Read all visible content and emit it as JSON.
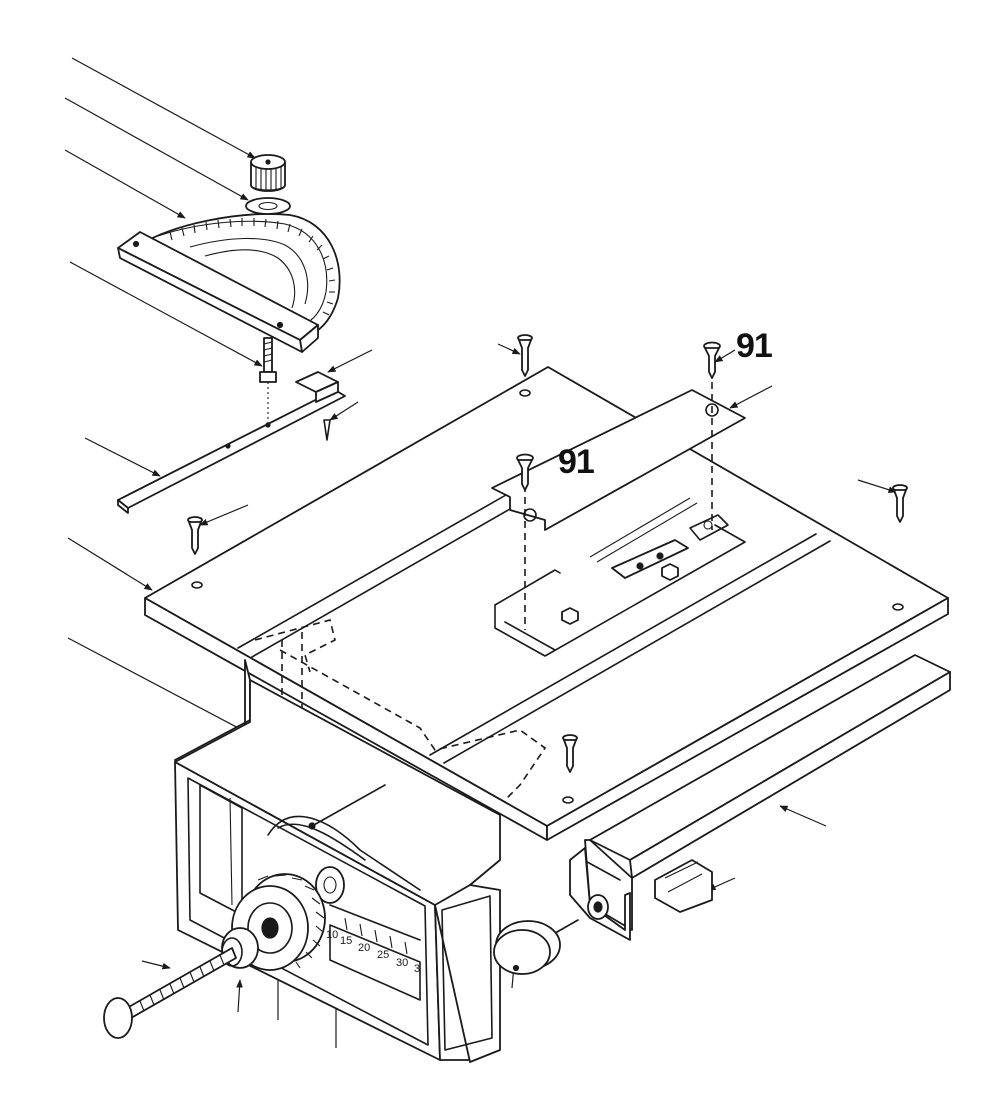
{
  "diagram": {
    "callouts": [
      {
        "id": "upper-screw-callout",
        "label": "91"
      },
      {
        "id": "center-screw-callout",
        "label": "91"
      }
    ],
    "scale_numbers": [
      "10",
      "15",
      "20",
      "25",
      "30",
      "3"
    ]
  }
}
